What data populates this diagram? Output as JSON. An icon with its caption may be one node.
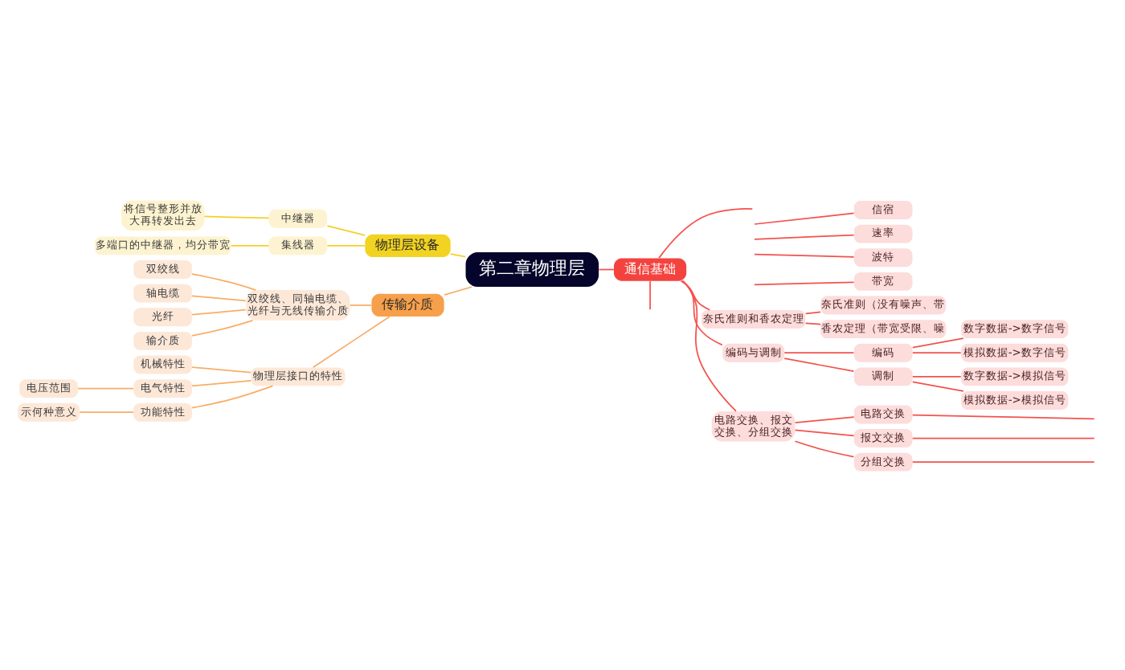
{
  "diagram": {
    "nodes": [
      {
        "text": [
          "第二章物理层"
        ]
      },
      {
        "text": [
          "物理层设备"
        ]
      },
      {
        "text": [
          "中继器"
        ]
      },
      {
        "text": [
          "将信号整形并放大再转发出去"
        ]
      },
      {
        "text": [
          "集线器"
        ]
      },
      {
        "text": [
          "多端口的中继器，均分带宽"
        ]
      },
      {
        "text": [
          "传输介质"
        ]
      },
      {
        "text": [
          "双绞线、同轴电缆、光纤与无线传输介质"
        ]
      },
      {
        "text": [
          "双绞线"
        ]
      },
      {
        "text": [
          "轴电缆"
        ]
      },
      {
        "text": [
          "光纤"
        ]
      },
      {
        "text": [
          "输介质"
        ]
      },
      {
        "text": [
          "物理层接口的特性"
        ]
      },
      {
        "text": [
          "机械特性"
        ]
      },
      {
        "text": [
          "电气特性"
        ]
      },
      {
        "text": [
          "电压范围"
        ]
      },
      {
        "text": [
          "功能特性"
        ]
      },
      {
        "text": [
          "示何种意义"
        ]
      },
      {
        "text": [
          "通信基础"
        ]
      },
      {
        "text": [
          "信宿"
        ]
      },
      {
        "text": [
          "速率"
        ]
      },
      {
        "text": [
          "波特"
        ]
      },
      {
        "text": [
          "带宽"
        ]
      },
      {
        "text": [
          "奈氏准则和香农定理"
        ]
      },
      {
        "text": [
          "奈氏准则（没有噪声、带"
        ]
      },
      {
        "text": [
          "香农定理（带宽受限、噪"
        ]
      },
      {
        "text": [
          "编码与调制"
        ]
      },
      {
        "text": [
          "编码"
        ]
      },
      {
        "text": [
          "数字数据->数字信号"
        ]
      },
      {
        "text": [
          "模拟数据->数字信号"
        ]
      },
      {
        "text": [
          "调制"
        ]
      },
      {
        "text": [
          "数字数据->模拟信号"
        ]
      },
      {
        "text": [
          "模拟数据->模拟信号"
        ]
      },
      {
        "text": [
          "电路交换、报文交换、分组交换"
        ]
      },
      {
        "text": [
          "电路交换"
        ]
      },
      {
        "text": [
          "报文交换"
        ]
      },
      {
        "text": [
          "分组交换"
        ]
      }
    ],
    "edges": [
      {
        "from": 1,
        "to": 0,
        "arrow": "none",
        "color": "#f3d02a"
      },
      {
        "from": 2,
        "to": 1,
        "arrow": "none",
        "color": "#f3d02a"
      },
      {
        "from": 3,
        "to": 2,
        "arrow": "none",
        "color": "#f3d02a"
      },
      {
        "from": 4,
        "to": 1,
        "arrow": "none",
        "color": "#f3d02a"
      },
      {
        "from": 5,
        "to": 4,
        "arrow": "none",
        "color": "#f3d02a"
      },
      {
        "from": 6,
        "to": 0,
        "arrow": "none",
        "color": "#f8ad66"
      },
      {
        "from": 7,
        "to": 6,
        "arrow": "none",
        "color": "#f8ad66"
      },
      {
        "from": 8,
        "to": 7,
        "arrow": "none",
        "color": "#f8ad66"
      },
      {
        "from": 9,
        "to": 7,
        "arrow": "none",
        "color": "#f8ad66"
      },
      {
        "from": 10,
        "to": 7,
        "arrow": "none",
        "color": "#f8ad66"
      },
      {
        "from": 11,
        "to": 7,
        "arrow": "none",
        "color": "#f8ad66"
      },
      {
        "from": 12,
        "to": 6,
        "arrow": "none",
        "color": "#f8ad66"
      },
      {
        "from": 13,
        "to": 12,
        "arrow": "none",
        "color": "#f8ad66"
      },
      {
        "from": 14,
        "to": 12,
        "arrow": "none",
        "color": "#f8ad66"
      },
      {
        "from": 15,
        "to": 14,
        "arrow": "none",
        "color": "#f8ad66"
      },
      {
        "from": 16,
        "to": 12,
        "arrow": "none",
        "color": "#f8ad66"
      },
      {
        "from": 17,
        "to": 16,
        "arrow": "none",
        "color": "#f8ad66"
      },
      {
        "from": 0,
        "to": 18,
        "arrow": "none"
      },
      {
        "from": 18,
        "to": null,
        "arrow": "none"
      },
      {
        "from": null,
        "to": 19,
        "arrow": "none"
      },
      {
        "from": null,
        "to": 20,
        "arrow": "none"
      },
      {
        "from": null,
        "to": 21,
        "arrow": "none"
      },
      {
        "from": null,
        "to": 22,
        "arrow": "none"
      },
      {
        "from": 18,
        "to": 23,
        "arrow": "none"
      },
      {
        "from": 23,
        "to": 24,
        "arrow": "none"
      },
      {
        "from": 23,
        "to": 25,
        "arrow": "none"
      },
      {
        "from": 18,
        "to": 26,
        "arrow": "none"
      },
      {
        "from": 26,
        "to": 27,
        "arrow": "none"
      },
      {
        "from": 27,
        "to": 28,
        "arrow": "none"
      },
      {
        "from": 27,
        "to": 29,
        "arrow": "none"
      },
      {
        "from": 26,
        "to": 30,
        "arrow": "none"
      },
      {
        "from": 30,
        "to": 31,
        "arrow": "none"
      },
      {
        "from": 30,
        "to": 32,
        "arrow": "none"
      },
      {
        "from": 18,
        "to": 33,
        "arrow": "none"
      },
      {
        "from": 33,
        "to": 34,
        "arrow": "none"
      },
      {
        "from": 33,
        "to": 35,
        "arrow": "none"
      },
      {
        "from": 33,
        "to": 36,
        "arrow": "none"
      },
      {
        "from": 34,
        "to": null,
        "arrow": "none"
      },
      {
        "from": 35,
        "to": null,
        "arrow": "none"
      },
      {
        "from": 36,
        "to": null,
        "arrow": "none"
      },
      {
        "from": 18,
        "to": null,
        "arrow": "none"
      }
    ]
  }
}
